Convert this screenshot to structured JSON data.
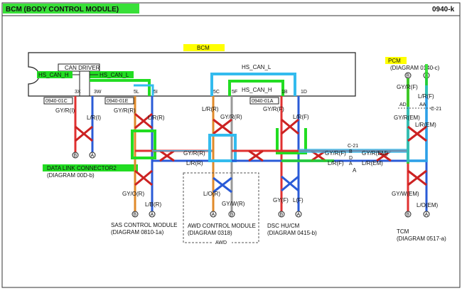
{
  "header": {
    "title": "BCM (BODY CONTROL MODULE)",
    "page_code": "0940-k"
  },
  "bcm": {
    "label": "BCM",
    "can_driver": "CAN DRIVER",
    "hs_can_h_left": "HS_CAN_H",
    "hs_can_l_left": "HS_CAN_L",
    "hs_can_l_top": "HS_CAN_L",
    "hs_can_h_mid": "HS_CAN_H",
    "pins": {
      "p3x": "3X",
      "p3w": "3W",
      "p5l": "5L",
      "p5i": "5I",
      "p5c": "5C",
      "p5f": "5F",
      "p1b": "1B",
      "p1d": "1D"
    },
    "connectors": {
      "c01c": "0940-01C",
      "c01e": "0940-01E",
      "c01a": "0940-01A"
    }
  },
  "wires": {
    "w1": "GY/R(I)",
    "w2": "L/R(I)",
    "w3": "GY/R(R)",
    "w4": "L/R(R)",
    "w5": "L/R(R)",
    "w6": "GY/R(R)",
    "w7": "GY/R(F)",
    "w8": "L/R(F)",
    "bus_gyr": "GY/R(R)",
    "bus_lr": "L/R(R)",
    "c21_gyrf": "GY/R(F)",
    "c21_gyrem": "GY/R(EM)",
    "c21_lrf": "L/R(F)",
    "c21_lrem": "L/R(EM)",
    "c21_top": "C-21",
    "c21_b": "B",
    "c21_d": "D",
    "c21_a": "A",
    "c21_bottom_a": "A",
    "sas_1": "GY/O(R)",
    "sas_2": "L/B(R)",
    "awd_1": "L/O(R)",
    "awd_2": "GY/W(R)",
    "dsc_1": "GY(F)",
    "dsc_2": "L(F)",
    "pcm_1": "GY/R(F)",
    "pcm_2": "L/R(F)",
    "pcm_ad": "AD",
    "pcm_aa": "AA",
    "pcm_c21": "C-21",
    "pcm_3": "GY/R(EM)",
    "pcm_4": "L/R(EM)",
    "tcm_1": "GY/W(EM)",
    "tcm_2": "L/O(EM)"
  },
  "modules": {
    "dlc_title": "DATA LINK CONNECTOR2",
    "dlc_ref": "(DIAGRAM 00D-b)",
    "sas_title": "SAS CONTROL MODULE",
    "sas_ref": "(DIAGRAM 0810-1a)",
    "awd_title": "AWD CONTROL MODULE",
    "awd_ref": "(DIAGRAM 0318)",
    "awd_box": "AWD",
    "dsc_title": "DSC HU/CM",
    "dsc_ref": "(DIAGRAM 0415-b)",
    "pcm_title": "PCM",
    "pcm_ref": "(DIAGRAM 0140-c)",
    "tcm_title": "TCM",
    "tcm_ref": "(DIAGRAM 0517-a)"
  },
  "pin_letters": {
    "a": "A",
    "b": "B"
  },
  "colors": {
    "highlight_yellow": "#ffff00",
    "highlight_green": "#22dd22",
    "highlight_blue": "#33bbee",
    "wire_red": "#e03030",
    "wire_blue": "#2a5bd7",
    "wire_orange": "#e08a2a",
    "wire_gray": "#999999"
  }
}
